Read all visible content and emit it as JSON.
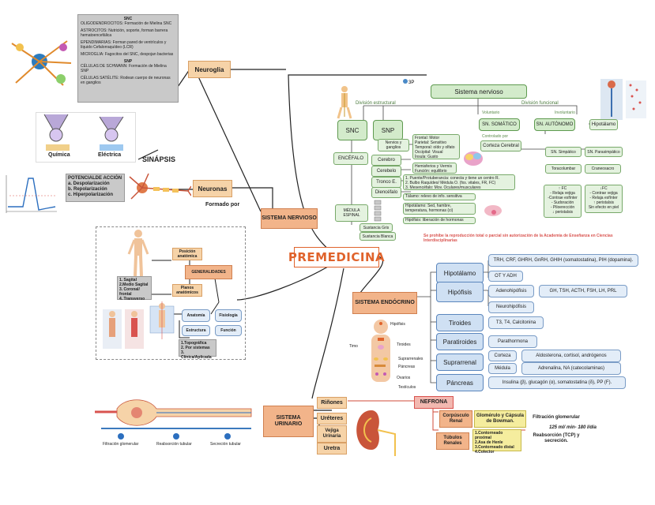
{
  "center": {
    "title": "PREMEDICINA"
  },
  "colors": {
    "peach": "#f6d3a8",
    "title": "#e0632c",
    "blue": "#cfe0f3",
    "green": "#d3ebcb",
    "red": "#d9534f"
  },
  "neuroglia": {
    "label": "Neuroglia",
    "box": {
      "snc_head": "SNC",
      "l1": "OLIGODENDROCITOS: Formación de Mielina SNC",
      "l2": "ASTROCITOS: Nutrición, soporte, forman barrera hematoencefálica",
      "l3": "EPENDIMARIAS: Forman pared de ventrículos y líquido Cefalorraquídeo (LCR)",
      "l4": "MICROGLIA: Fagocitos del SNC, despojan bacterias",
      "snp_head": "SNP",
      "l5": "CÉLULAS DE SCHWANN: Formación de Mielina SNP",
      "l6": "CÉLULAS SATÉLITE: Rodean cuerpo de neuronas en ganglios"
    }
  },
  "sinapsis": {
    "label": "SINÁPSIS",
    "quimica": "Química",
    "electrica": "Eléctrica"
  },
  "neuronas": {
    "label": "Neuronas",
    "formado_por": "Formado por"
  },
  "potencial": {
    "title": "POTENCIALDE ACCIÓN",
    "a": "a. Despolarización",
    "b": "b. Repolarización",
    "c": "c. Hiperpolarización"
  },
  "sistema_nervioso": {
    "label": "SISTEMA NERVIOSO",
    "root": "Sistema nervioso",
    "div_estructural": "División estructural",
    "div_funcional": "División funcional",
    "snc": "SNC",
    "snp": "SNP",
    "nervios": "Nervios y ganglios",
    "encefalo": "ENCÉFALO",
    "cerebro": "Cerebro",
    "cerebelo": "Cerebelo",
    "tronco": "Tronco E.",
    "diencefalo": "Diencéfalo",
    "medula": "MÉDULA ESPINAL",
    "sust_gris": "Sustancia Gris",
    "sust_blanca": "Sustancia Blanca",
    "lobulos": [
      "Frontal: Motor",
      "Parietal: Sensitivo",
      "Temporal: oído y olfato",
      "Occipital: Visual",
      "Ínsula: Gusto"
    ],
    "cerebelo_txt": [
      "Hemisferios y Vermis",
      "Función: equilibrio"
    ],
    "tronco_txt": [
      "1. Puente/Protuberancia: conecta y tiene un centro R.",
      "2. Bulbo Raquídeo/ Médula O. (fxs. vitales, FR, FC)",
      "3. Mesencéfalo: Mov. Oculares/musculares"
    ],
    "dien_txt": [
      "Tálamo: relevo de info. sensitiva",
      "Hipotálamo: Sed, hambre, temperatura, hormonas (ci)",
      "Hipófisis: liberación de hormonas"
    ],
    "sn_somatico": "SN. SOMÁTICO",
    "voluntario": "Voluntario",
    "involuntario": "Involuntario",
    "corteza": "Corteza Cerebral",
    "controla_por": "Controlado por",
    "sn_autonomo": "SN. AUTÓNOMO",
    "hipotalamo_sn": "Hipotálamo",
    "simpatico": "SN. Simpático",
    "parasimpatico": "SN. Parasimpático",
    "toracolumbar": "Toracolumbar",
    "craneosacro": "Craneosacro",
    "simp_txt": [
      "↑ FC",
      "- Relaja vejiga",
      "-Contrae esfínter",
      "- Sudoración",
      "- Piloerección",
      "↓ peristalsis"
    ],
    "para_txt": [
      "↓FC",
      "- Contrae vejiga",
      "- Relaja esfínter",
      "↑ peristalsis",
      "Sin efecto en piel"
    ],
    "warning": "Se prohíbe la reproducción total o parcial sin autorización de la Academia de Enseñanza en Ciencias Interdisciplinarias"
  },
  "generalidades": {
    "label": "GENERALIDADES",
    "posicion": "Posición anatómica",
    "planos": "Planos anatómicos",
    "planos_list": [
      "1. Sagital",
      "2.Medio Sagital",
      "3. Coronal/ frontal",
      "4. Transverso"
    ],
    "anatomia": "Anatomía",
    "fisiologia": "Fisiología",
    "estructura": "Estructura",
    "funcion": "Función",
    "tipos": [
      "1.Topográfica",
      "2. Por sistemas",
      "3. Clínica/Aplicada"
    ]
  },
  "endocrino": {
    "label": "SISTEMA ENDÓCRINO",
    "hipotalamo": "Hipotálamo",
    "hipotalamo_h": "TRH, CRF, GHRH, GnRH, GHIH (somatostatina), PIH (dopamina).",
    "ot_adh": "OT Y ADH",
    "hipofisis": "Hipófisis",
    "adeno": "Adenohipófisis",
    "adeno_h": "GH, TSH, ACTH, FSH, LH, PRL",
    "neuro": "Neurohipófisis",
    "tiroides": "Tiroides",
    "tiroides_h": "T3, T4, Calcitonina",
    "paratiroides": "Paratiroides",
    "parat_h": "Parathormona",
    "suprarrenal": "Suprarrenal",
    "corteza": "Corteza",
    "corteza_h": "Aldosterona, cortisol, andrógenos",
    "medula": "Médula",
    "medula_h": "Adrenalina, NA (catecolaminas)",
    "pancreas": "Páncreas",
    "pancreas_h": "Insulina (β), glucagón (α), somatostatina (δ), PP (F).",
    "fig_labels": [
      "Hipófisis",
      "Tiroides",
      "Timo",
      "Suprarrenales",
      "Páncreas",
      "Ovarios",
      "Testículos"
    ]
  },
  "urinario": {
    "label": "SISTEMA URINARIO",
    "rinones": "Riñones",
    "ureteres": "Uréteres",
    "vejiga": "Vejiga Urinaria",
    "uretra": "Uretra",
    "nefrona": "NEFRONA",
    "corpusculo": "Corpúsculo Renal",
    "corp_txt": "Glomérulo y Cápsula de Bowman.",
    "filtracion": "Filtración glomerular",
    "filtracion_val": "125 ml/ min- 180 l/día",
    "tubulos": "Túbulos Renales",
    "tub_list": [
      "1.Contorneado proximal",
      "2.Asa de Henle",
      "3.Contorneado distal",
      "4.Colector"
    ],
    "reabs": "Reabsorción (TCP) y secreción.",
    "nephron_steps": [
      "Filtración glomerular",
      "Reabsorción tubular",
      "Secreción tubular"
    ]
  }
}
